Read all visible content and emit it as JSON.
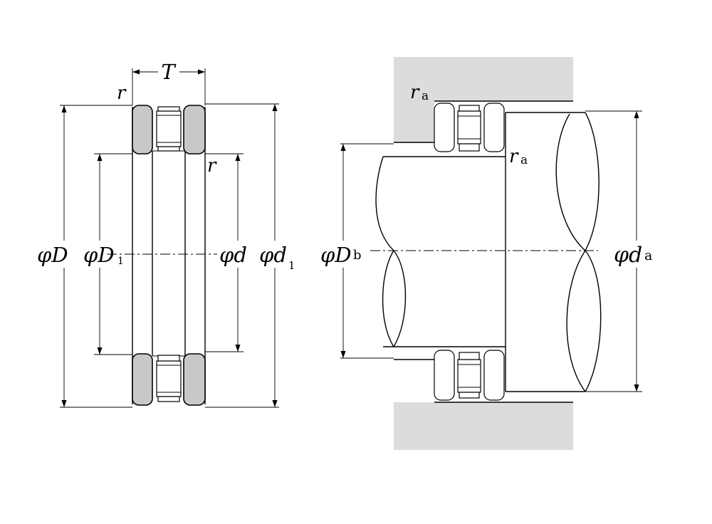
{
  "left_view": {
    "labels": {
      "T": "T",
      "r_top": "r",
      "r_inner": "r",
      "D": "D",
      "D1": "D",
      "D1_sub": "1",
      "d": "d",
      "d1": "d",
      "d1_sub": "1",
      "phi": "φ"
    }
  },
  "right_view": {
    "labels": {
      "ra_top": "r",
      "ra_top_sub": "a",
      "ra_inner": "r",
      "ra_inner_sub": "a",
      "Db": "D",
      "Db_sub": "b",
      "da": "d",
      "da_sub": "a",
      "phi": "φ"
    }
  },
  "colors": {
    "race_fill": "#c8c8c8",
    "housing_fill": "#dcdcdc",
    "line": "#000000"
  }
}
